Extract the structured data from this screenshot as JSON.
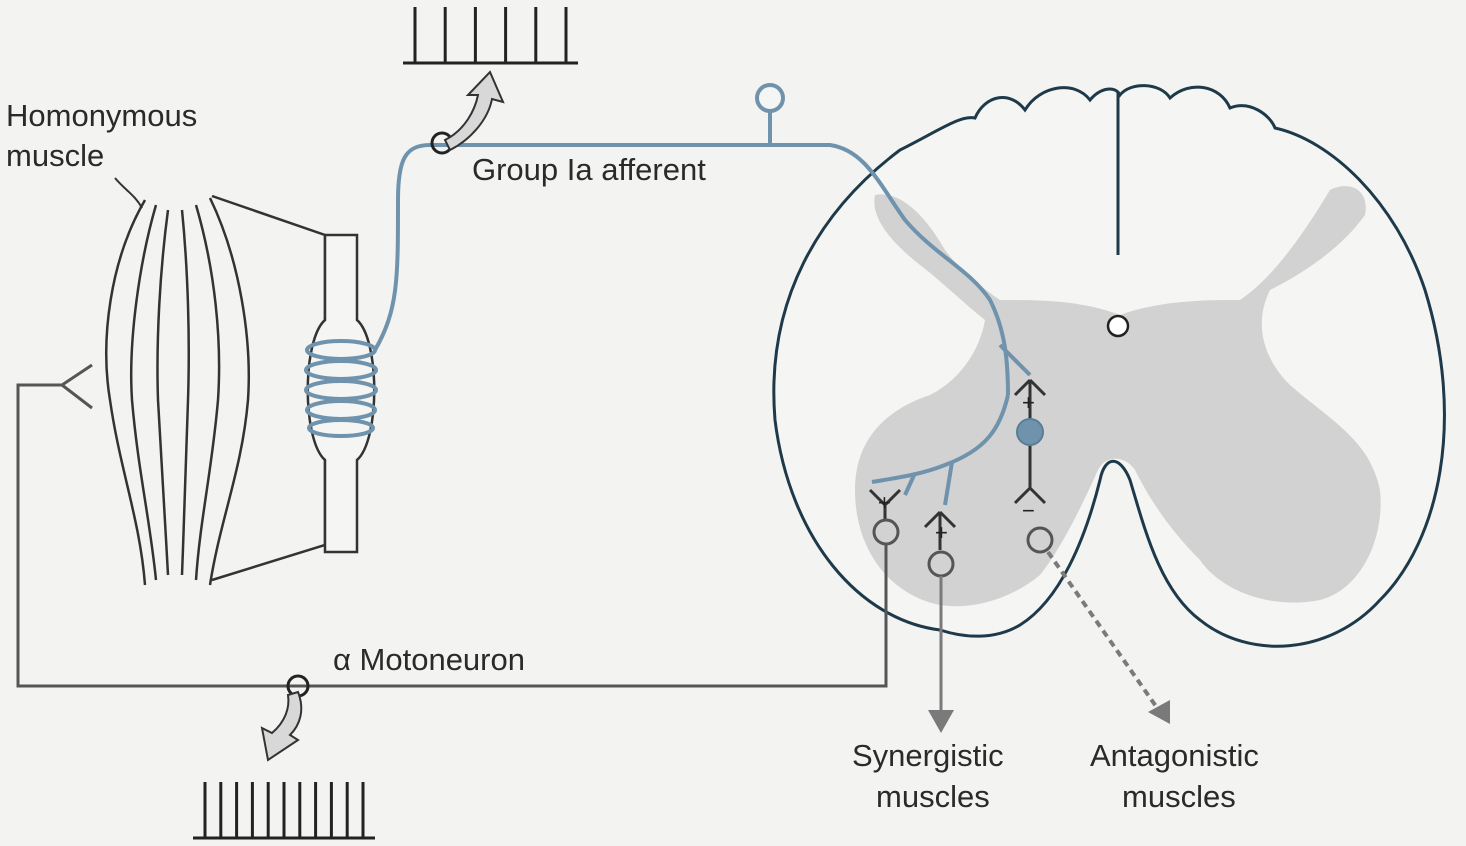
{
  "labels": {
    "homonymous_line1": "Homonymous",
    "homonymous_line2": "muscle",
    "group_ia": "Group Ia afferent",
    "motoneuron": "α Motoneuron",
    "synergistic_line1": "Synergistic",
    "synergistic_line2": "muscles",
    "antagonistic_line1": "Antagonistic",
    "antagonistic_line2": "muscles"
  },
  "synapse_signs": {
    "motoneuron_homonymous": "+",
    "motoneuron_synergistic": "+",
    "interneuron": "+",
    "antagonist_motoneuron": "−"
  },
  "spike_trains": {
    "afferent_spike_count": 6,
    "motoneuron_spike_count": 11
  },
  "colors": {
    "afferent_blue": "#6f93ad",
    "outline_dark": "#1e3a4a",
    "gray_matter": "#d2d2d2",
    "arrow_gray": "#7a7a7a",
    "line_dark": "#333333"
  }
}
